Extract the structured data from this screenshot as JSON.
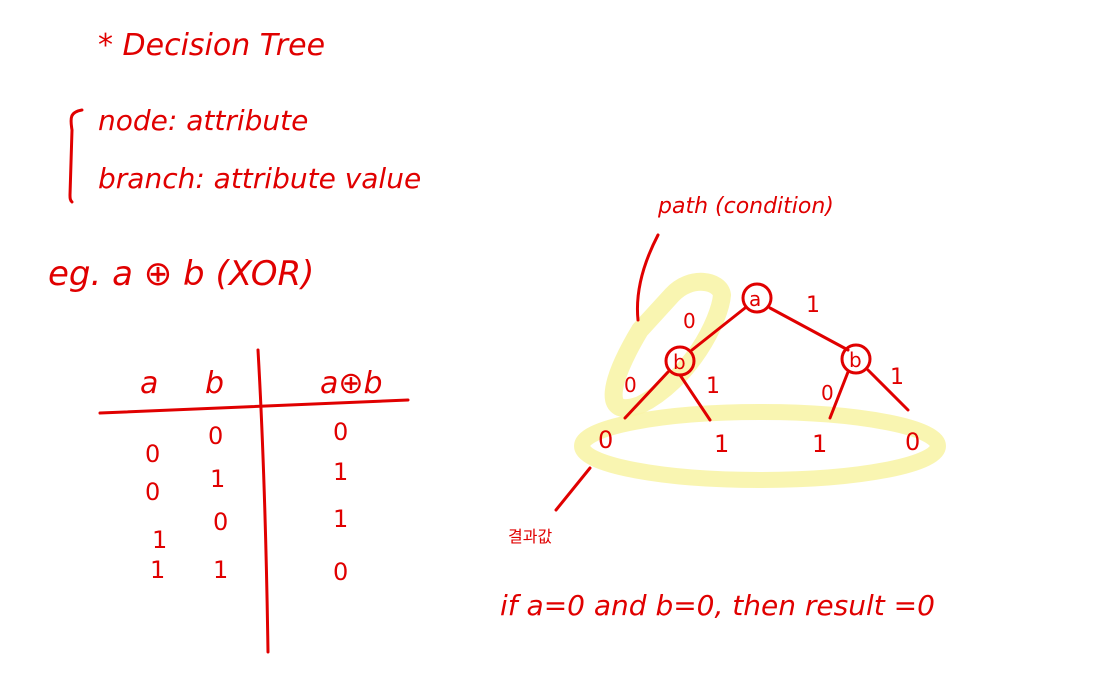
{
  "notes": {
    "title": "* Decision Tree",
    "node_line": "node: attribute",
    "branch_line": "branch: attribute value",
    "example": "eg. a ⊕ b (XOR)",
    "condition": "if a=0 and b=0, then result =0"
  },
  "truth_table": {
    "headers": [
      "a",
      "b",
      "a⊕b"
    ],
    "rows": [
      [
        "0",
        "0",
        "0"
      ],
      [
        "0",
        "1",
        "1"
      ],
      [
        "1",
        "0",
        "1"
      ],
      [
        "1",
        "1",
        "0"
      ]
    ]
  },
  "tree": {
    "root": "a",
    "left_child": "b",
    "right_child": "b",
    "root_edges": [
      "0",
      "1"
    ],
    "left_edges": [
      "0",
      "1"
    ],
    "right_edges": [
      "0",
      "1"
    ],
    "leaves": [
      "0",
      "1",
      "1",
      "0"
    ],
    "path_label": "path (condition)",
    "leaf_label": "결과값"
  },
  "colors": {
    "ink": "#e00000",
    "highlight": "#f8f4a8"
  }
}
